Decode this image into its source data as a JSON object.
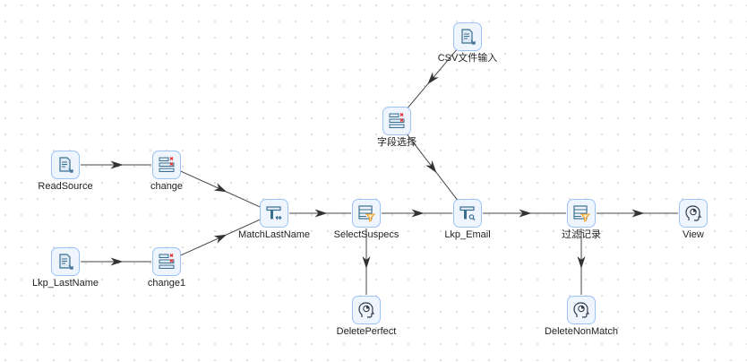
{
  "canvas": {
    "grid": "dotted"
  },
  "colors": {
    "node_border": "#9cc3f5",
    "node_fill": "#eef5ff",
    "edge": "#444444",
    "icon_blue": "#3b6f91",
    "accent_red": "#e03030",
    "accent_orange": "#f0a030"
  },
  "nodes": [
    {
      "id": "ReadSource",
      "label": "ReadSource",
      "icon": "file-input-icon"
    },
    {
      "id": "change",
      "label": "change",
      "icon": "field-select-icon"
    },
    {
      "id": "Lkp_LastName",
      "label": "Lkp_LastName",
      "icon": "file-input-icon"
    },
    {
      "id": "change1",
      "label": "change1",
      "icon": "field-select-icon"
    },
    {
      "id": "MatchLastName",
      "label": "MatchLastName",
      "icon": "fuzzy-match-icon"
    },
    {
      "id": "SelectSuspecs",
      "label": "SelectSuspecs",
      "icon": "filter-rows-icon"
    },
    {
      "id": "CSV",
      "label": "CSV文件输入",
      "icon": "file-input-icon"
    },
    {
      "id": "FieldSelect",
      "label": "字段选择",
      "icon": "field-select-icon"
    },
    {
      "id": "Lkp_Email",
      "label": "Lkp_Email",
      "icon": "lookup-icon"
    },
    {
      "id": "FilterRecords",
      "label": "过滤记录",
      "icon": "filter-rows-icon"
    },
    {
      "id": "View",
      "label": "View",
      "icon": "dummy-head-icon"
    },
    {
      "id": "DeletePerfect",
      "label": "DeletePerfect",
      "icon": "dummy-head-icon"
    },
    {
      "id": "DeleteNonMatch",
      "label": "DeleteNonMatch",
      "icon": "dummy-head-icon"
    }
  ],
  "edges": [
    {
      "from": "ReadSource",
      "to": "change"
    },
    {
      "from": "change",
      "to": "MatchLastName"
    },
    {
      "from": "Lkp_LastName",
      "to": "change1"
    },
    {
      "from": "change1",
      "to": "MatchLastName"
    },
    {
      "from": "MatchLastName",
      "to": "SelectSuspecs"
    },
    {
      "from": "SelectSuspecs",
      "to": "Lkp_Email"
    },
    {
      "from": "SelectSuspecs",
      "to": "DeletePerfect"
    },
    {
      "from": "CSV",
      "to": "FieldSelect"
    },
    {
      "from": "FieldSelect",
      "to": "Lkp_Email"
    },
    {
      "from": "Lkp_Email",
      "to": "FilterRecords"
    },
    {
      "from": "FilterRecords",
      "to": "View"
    },
    {
      "from": "FilterRecords",
      "to": "DeleteNonMatch"
    }
  ]
}
